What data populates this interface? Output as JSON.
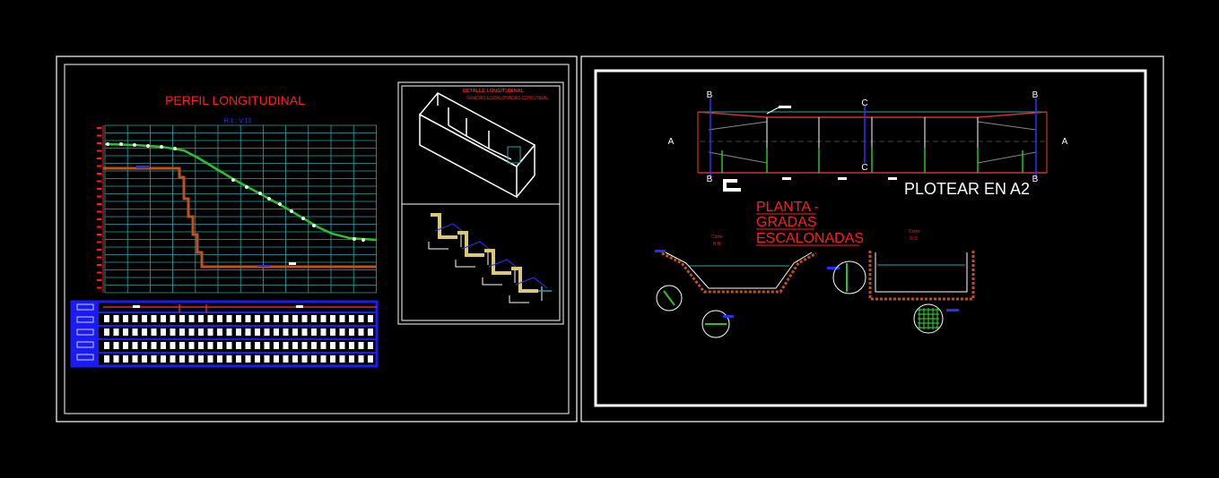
{
  "sheet_left": {
    "profile_title": "PERFIL LONGITUDINAL",
    "profile_scale": "H:1 ; V:10",
    "detail_title_line1": "DETALLE LONGITUDINAL",
    "detail_title_line2": "GRADAS ESCALONADAS CON LINEAL"
  },
  "sheet_right": {
    "label_a_left": "A",
    "label_a_right": "A",
    "label_b_top_left": "B",
    "label_b_top_right": "B",
    "label_b_bottom_left": "B",
    "label_b_bottom_right": "B",
    "label_c_top": "C",
    "label_c_bottom": "C",
    "plot_note": "PLOTEAR EN A2",
    "plan_title_line1": "PLANTA -",
    "plan_title_line2": "GRADAS",
    "plan_title_line3": "ESCALONADAS",
    "section_b_label": "Corte",
    "section_b_id": "B-B",
    "section_c_label": "Corte",
    "section_c_id": "C-C"
  },
  "colors": {
    "background": "#000000",
    "frame": "#ffffff",
    "grid": "#2aa6a6",
    "ground": "#2ec02e",
    "channel": "#c0501c",
    "table": "#1a1aff",
    "annotation": "#ff2020"
  }
}
